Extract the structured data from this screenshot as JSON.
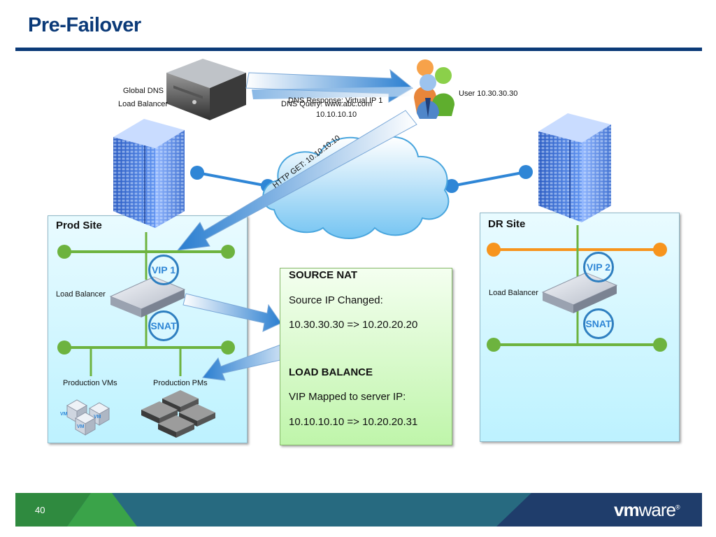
{
  "title": "Pre-Failover",
  "global_dns": {
    "line1": "Global DNS",
    "line2": "Load Balancer"
  },
  "user_label": "User 10.30.30.30",
  "dns_query": "DNS Query: www.abc.com",
  "dns_response": "DNS Response: Virtual IP 1",
  "dns_response_ip": "10.10.10.10",
  "http_get": "HTTP GET: 10.10.10.10",
  "prod_site": {
    "title": "Prod Site",
    "vip": "VIP 1",
    "snat": "SNAT",
    "load_balancer": "Load Balancer",
    "vms_label": "Production VMs",
    "pms_label": "Production PMs",
    "vm_text": "VM"
  },
  "dr_site": {
    "title": "DR Site",
    "vip": "VIP 2",
    "snat": "SNAT",
    "load_balancer": "Load Balancer"
  },
  "info_box": {
    "source_nat_title": "SOURCE NAT",
    "source_ip_changed": "Source IP Changed:",
    "source_nat_mapping": "10.30.30.30 => 10.20.20.20",
    "load_balance_title": "LOAD BALANCE",
    "vip_mapped": "VIP Mapped to server IP:",
    "lb_mapping": "10.10.10.10 => 10.20.20.31"
  },
  "footer": {
    "page_number": "40",
    "logo_vm": "vm",
    "logo_ware": "ware"
  },
  "colors": {
    "title_blue": "#0b3a78",
    "network_green": "#6db33f",
    "network_orange": "#f7941d",
    "link_blue": "#2f86d6",
    "footer_teal": "#276a80",
    "footer_navy": "#1f3d6b",
    "footer_green": "#3aa349"
  }
}
